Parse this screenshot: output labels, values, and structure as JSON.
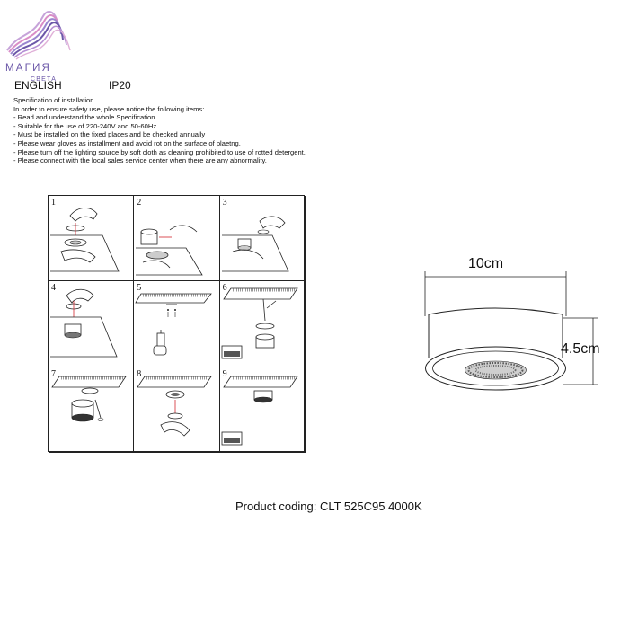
{
  "brand": {
    "name": "МАГИЯ",
    "subtitle": "СВЕТА"
  },
  "header": {
    "language": "ENGLISH",
    "rating": "IP20"
  },
  "spec": {
    "lines": [
      "Specification of installation",
      "In order to ensure safety use, please notice the following items:",
      "- Read and understand the whole Specification.",
      "- Suitable for the use of 220-240V and 50-60Hz.",
      "- Must be installed on the fixed places and be checked annually",
      "- Please wear gloves as installment and avoid rot on the surface of plaetng.",
      "- Please turn off the lighting source by soft cloth as cleaning prohibited to use of rotted detergent.",
      "- Please connect with the local sales service center when there are any abnormality."
    ]
  },
  "steps": [
    "1",
    "2",
    "3",
    "4",
    "5",
    "6",
    "7",
    "8",
    "9"
  ],
  "dimensions": {
    "width": "10cm",
    "height": "4.5cm"
  },
  "product": {
    "coding": "Product coding: CLT 525C95 4000K"
  },
  "colors": {
    "brand": "#6b57a8",
    "brand_light": "#d98ec7",
    "line": "#222222"
  }
}
